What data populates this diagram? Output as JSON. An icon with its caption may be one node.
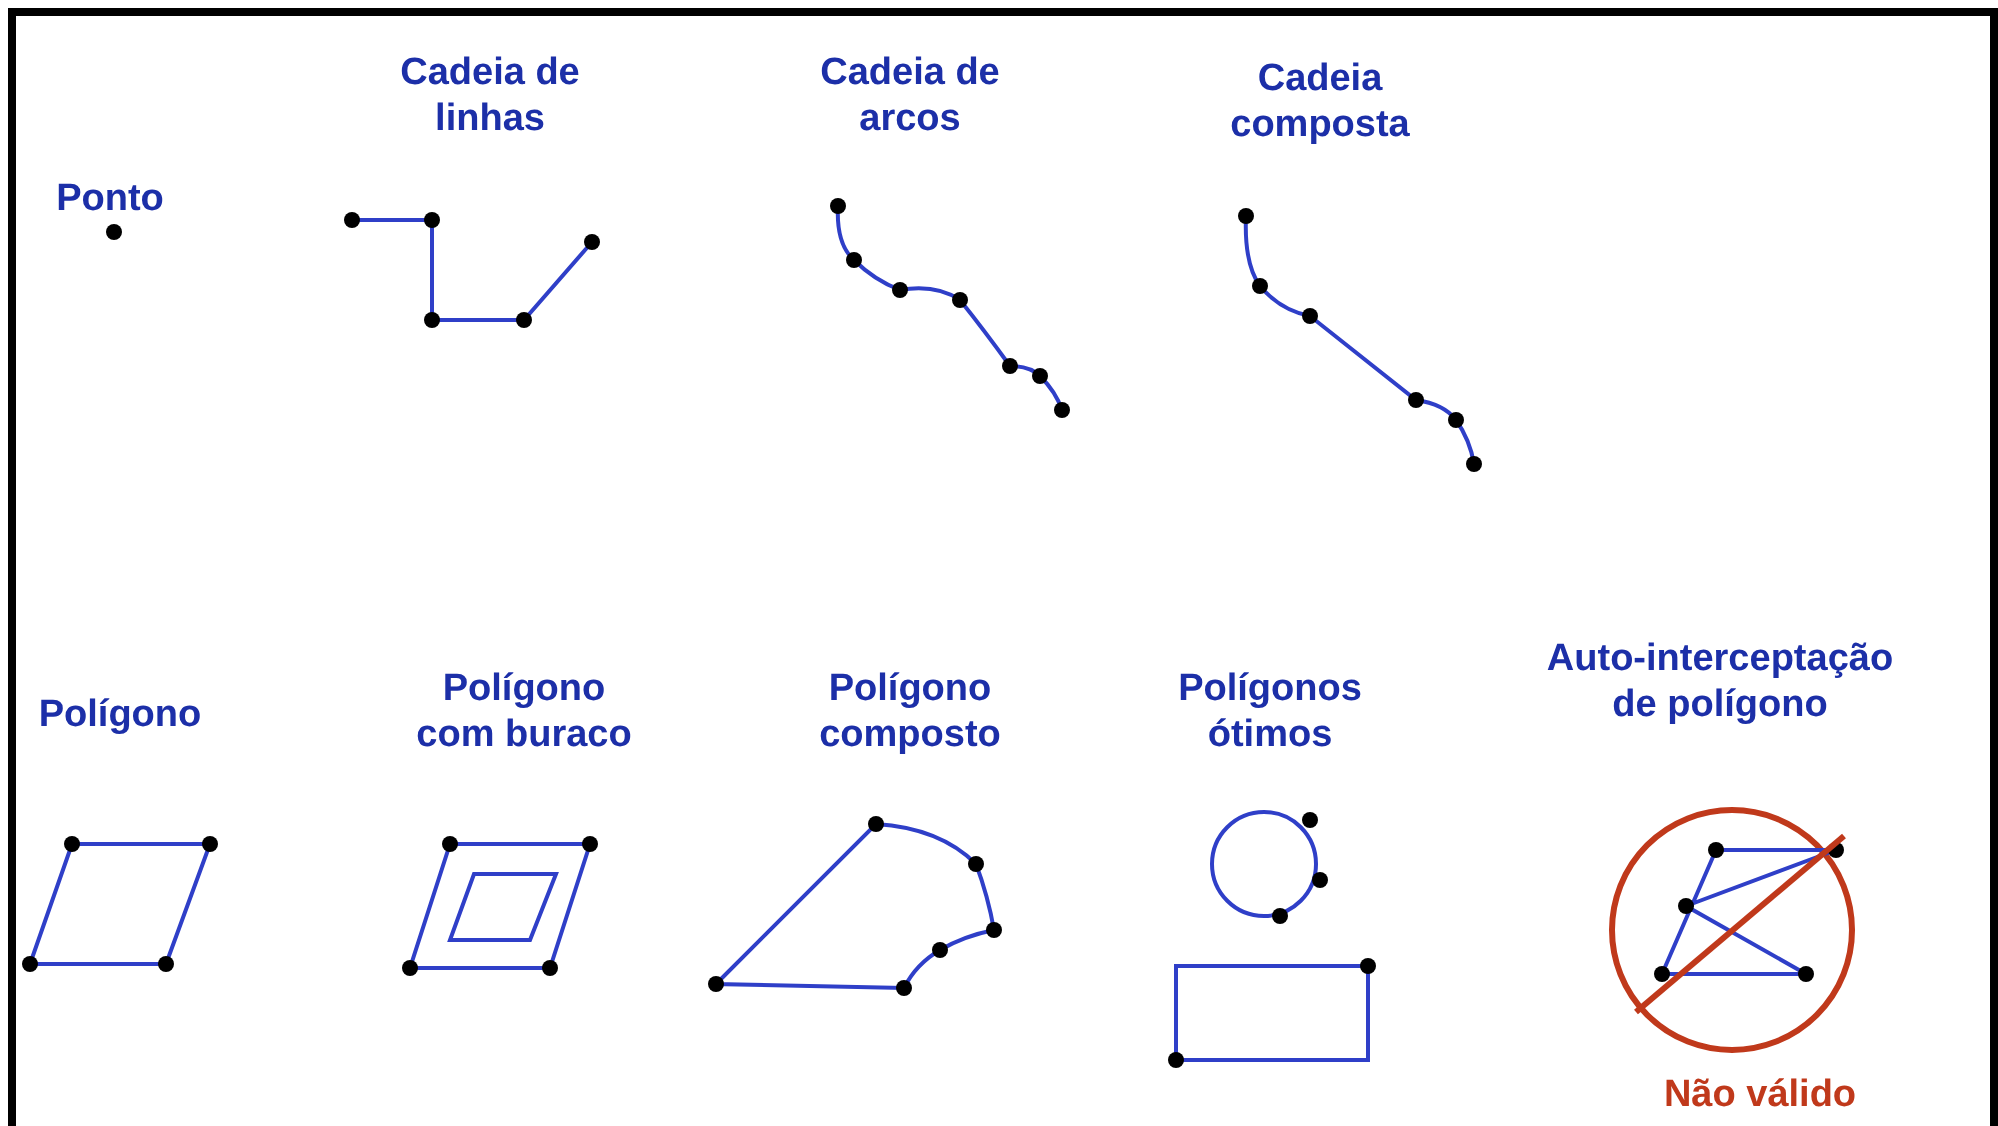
{
  "diagram": {
    "labels": [
      "Ponto",
      "Cadeia de linhas",
      "Cadeia de arcos",
      "Cadeia composta",
      "Polígono",
      "Polígono com buraco",
      "Polígono composto",
      "Polígonos ótimos",
      "Auto-interceptação de polígono",
      "Não válido"
    ]
  }
}
